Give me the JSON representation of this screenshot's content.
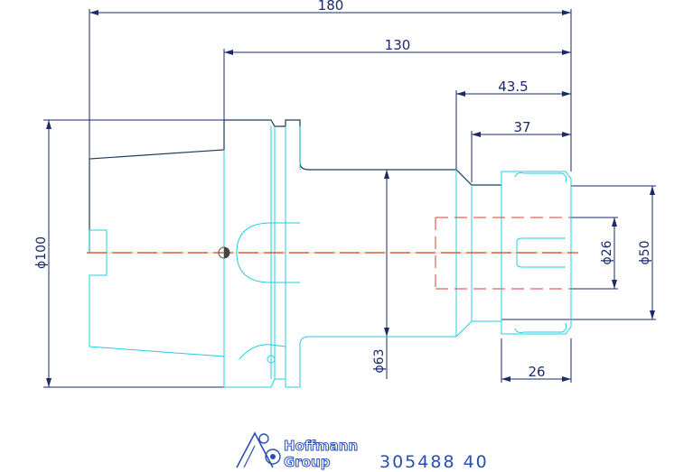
{
  "dimensions": {
    "overall_length": "180",
    "shank_length": "130",
    "nose_length": "43.5",
    "nut_length": "37",
    "nut_width": "26",
    "flange_diameter": "ϕ100",
    "body_diameter": "ϕ63",
    "nut_diameter": "ϕ50",
    "bore_diameter": "ϕ26"
  },
  "logo": {
    "line1": "Hoffmann",
    "line2": "Group",
    "icon": "hoffmann-group-logo-icon"
  },
  "part_number": "305488  40",
  "colors": {
    "dimension": "#1a2a6a",
    "outline_dark": "#1c3d5a",
    "outline_cyan": "#25cde0",
    "hidden_line": "#e03a3a",
    "brand": "#2a4fb0"
  }
}
